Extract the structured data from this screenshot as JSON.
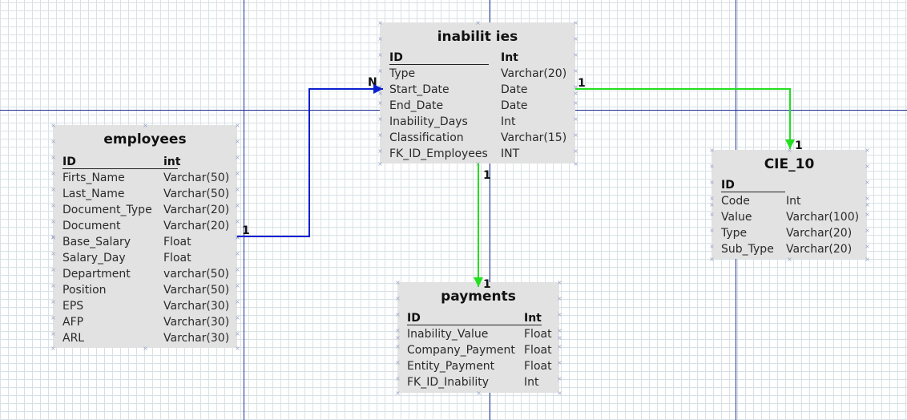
{
  "tables": [
    {
      "key": "inabilities",
      "title": "inabilit ies",
      "columns": [
        {
          "name": "ID",
          "type": "Int",
          "pk": true
        },
        {
          "name": "Type",
          "type": "Varchar(20)"
        },
        {
          "name": "Start_Date",
          "type": "Date"
        },
        {
          "name": "End_Date",
          "type": "Date"
        },
        {
          "name": "Inability_Days",
          "type": "Int"
        },
        {
          "name": "Classification",
          "type": "Varchar(15)"
        },
        {
          "name": "FK_ID_Employees",
          "type": "INT"
        }
      ]
    },
    {
      "key": "employees",
      "title": "employees",
      "columns": [
        {
          "name": "ID",
          "type": "int",
          "pk": true
        },
        {
          "name": "Firts_Name",
          "type": "Varchar(50)"
        },
        {
          "name": "Last_Name",
          "type": "Varchar(50)"
        },
        {
          "name": "Document_Type",
          "type": "Varchar(20)"
        },
        {
          "name": "Document",
          "type": "Varchar(20)"
        },
        {
          "name": "Base_Salary",
          "type": "Float"
        },
        {
          "name": "Salary_Day",
          "type": "Float"
        },
        {
          "name": "Department",
          "type": "varchar(50)"
        },
        {
          "name": "Position",
          "type": "Varchar(50)"
        },
        {
          "name": "EPS",
          "type": "Varchar(30)"
        },
        {
          "name": "AFP",
          "type": "Varchar(30)"
        },
        {
          "name": "ARL",
          "type": "Varchar(30)"
        }
      ]
    },
    {
      "key": "cie10",
      "title": "CIE_10",
      "columns": [
        {
          "name": "ID",
          "type": "",
          "pk": true
        },
        {
          "name": "Code",
          "type": "Int"
        },
        {
          "name": "Value",
          "type": "Varchar(100)"
        },
        {
          "name": "Type",
          "type": "Varchar(20)"
        },
        {
          "name": "Sub_Type",
          "type": "Varchar(20)"
        }
      ]
    },
    {
      "key": "payments",
      "title": "payments",
      "columns": [
        {
          "name": "ID",
          "type": "Int",
          "pk": true
        },
        {
          "name": "Inability_Value",
          "type": "Float"
        },
        {
          "name": "Company_Payment",
          "type": "Float"
        },
        {
          "name": "Entity_Payment",
          "type": "Float"
        },
        {
          "name": "FK_ID_Inability",
          "type": "Int"
        }
      ]
    }
  ],
  "relationships": [
    {
      "key": "employees_inabilities",
      "from": "employees",
      "to": "inabilities",
      "from_card": "1",
      "to_card": "N",
      "color": "#0a1fd0"
    },
    {
      "key": "inabilities_cie10",
      "from": "inabilities",
      "to": "cie10",
      "from_card": "1",
      "to_card": "1",
      "color": "#22e01e"
    },
    {
      "key": "inabilities_payments",
      "from": "inabilities",
      "to": "payments",
      "from_card": "1",
      "to_card": "1",
      "color": "#22e01e"
    }
  ],
  "handle_icon": "x-mark-icon"
}
